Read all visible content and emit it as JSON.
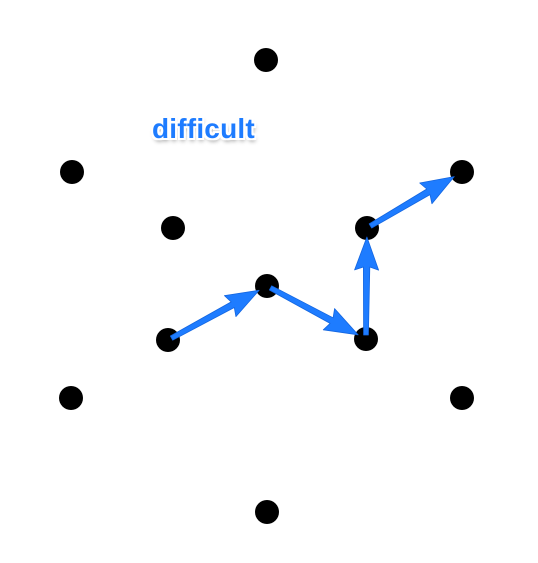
{
  "label": "difficult",
  "colors": {
    "dot": "#000000",
    "arrow": "#1e7cff",
    "label": "#1e7cff",
    "background": "#ffffff"
  },
  "dots": [
    {
      "id": "top"
    },
    {
      "id": "upper-left"
    },
    {
      "id": "upper-right"
    },
    {
      "id": "inner-left"
    },
    {
      "id": "inner-right"
    },
    {
      "id": "center"
    },
    {
      "id": "mid-left"
    },
    {
      "id": "mid-right"
    },
    {
      "id": "lower-left"
    },
    {
      "id": "lower-right"
    },
    {
      "id": "bottom"
    }
  ],
  "path": [
    "mid-left",
    "center",
    "mid-right",
    "inner-right",
    "upper-right"
  ]
}
